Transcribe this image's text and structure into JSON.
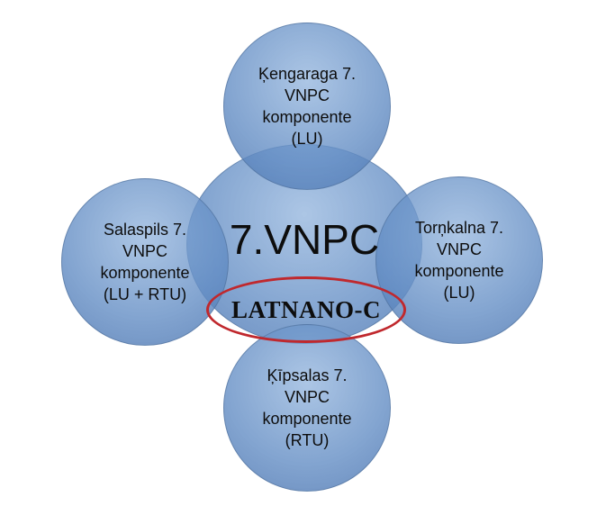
{
  "center": {
    "title": "7.VNPC",
    "subtitle": "LATNANO-C"
  },
  "components": {
    "top": "Ķengaraga 7.\nVNPC\nkomponente\n(LU)",
    "left": "Salaspils 7.\nVNPC\nkomponente\n(LU + RTU)",
    "right": "Torņkalna 7.\nVNPC\nkomponente\n(LU)",
    "bottom": "Ķīpsalas 7.\nVNPC\nkomponente\n(RTU)"
  },
  "colors": {
    "circle_fill": "#638dc4",
    "ellipse_stroke": "#c0282d"
  }
}
